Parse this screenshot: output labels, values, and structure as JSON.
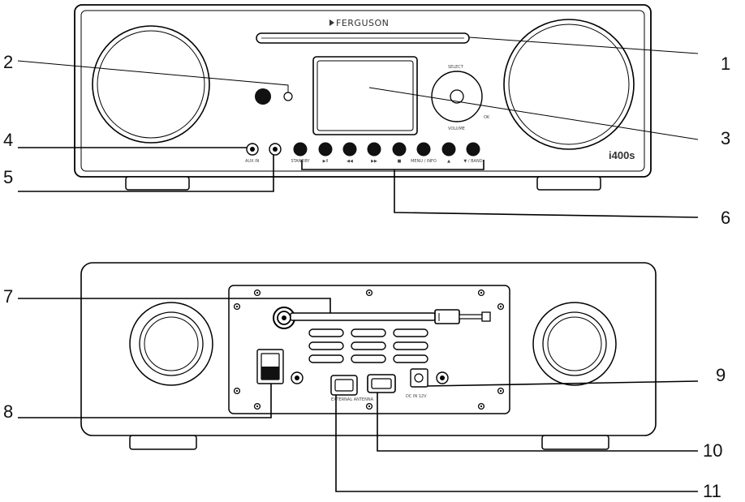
{
  "front_panel": {
    "brand": "FERGUSON",
    "model": "i400s",
    "knob_label": "VOLUME",
    "knob_top_label": "SELECT",
    "ok_label": "OK",
    "aux_label": "AUX IN",
    "button_labels": [
      "STANDBY",
      "▶II",
      "◀◀",
      "▶▶",
      "■",
      "MENU / INFO",
      "▲",
      "▼ / BAND"
    ]
  },
  "back_panel": {
    "ext_label": "EXTERNAL ANTENNA",
    "dc_label": "DC IN 12V"
  },
  "callouts": [
    "1",
    "2",
    "3",
    "4",
    "5",
    "6",
    "7",
    "8",
    "9",
    "10",
    "11"
  ]
}
